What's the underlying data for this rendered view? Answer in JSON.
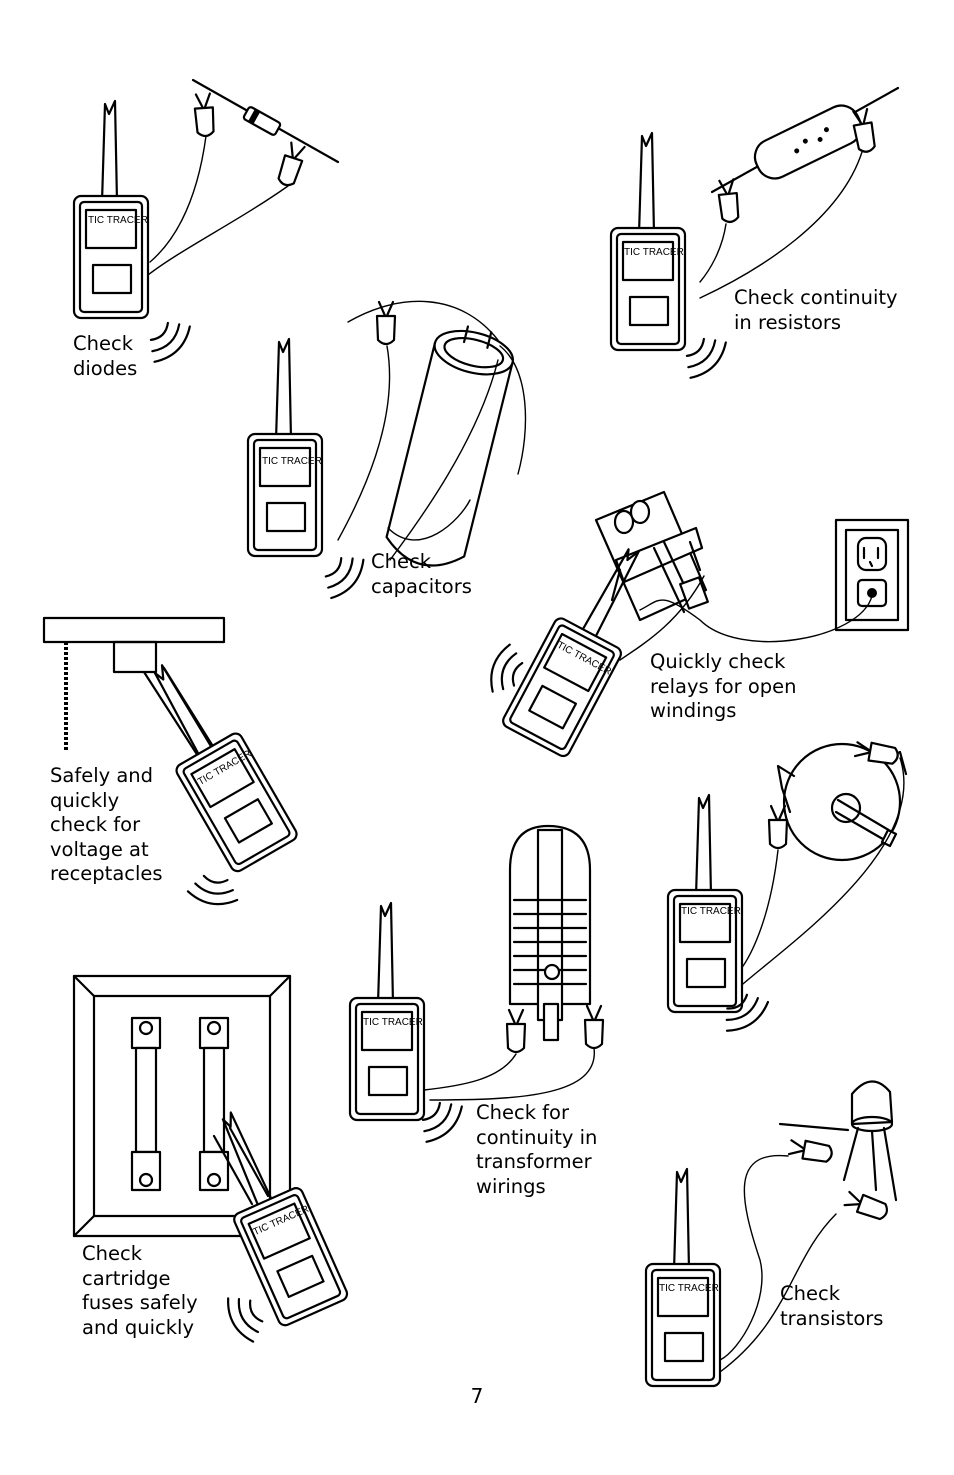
{
  "device_label": "TIC TRACER",
  "captions": {
    "diodes": "Check\ndiodes",
    "resistors": "Check continuity\nin resistors",
    "capacitors": "Check\ncapacitors",
    "relays": "Quickly check\nrelays for open\nwindings",
    "receptacles": "Safely and\nquickly\ncheck for\nvoltage at\nreceptacles",
    "transformer": "Check for\ncontinuity in\ntransformer\nwirings",
    "fuses": "Check\ncartridge\nfuses safely\nand quickly",
    "transistors": "Check\ntransistors"
  },
  "page_number": "7",
  "icons": [
    "tic-tracer-device-icon",
    "diode-icon",
    "resistor-icon",
    "capacitor-icon",
    "relay-icon",
    "wall-outlet-icon",
    "light-fixture-icon",
    "pull-chain-icon",
    "motor-icon",
    "transformer-icon",
    "fuse-block-icon",
    "transistor-icon",
    "alligator-clip-icon",
    "vibration-waves-icon"
  ]
}
